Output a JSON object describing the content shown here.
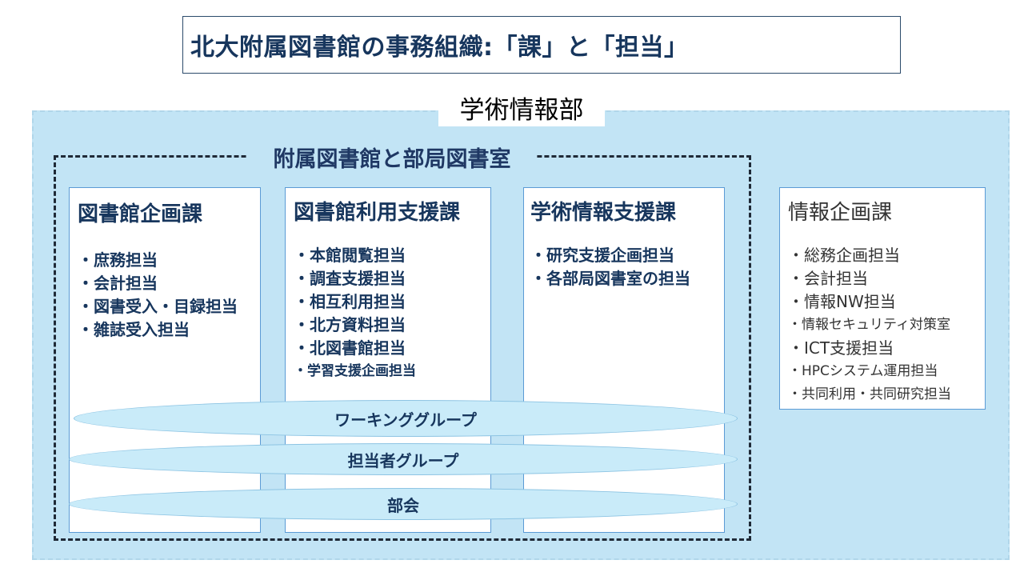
{
  "title": "北大附属図書館の事務組織:「課」と「担当」",
  "department": "学術情報部",
  "library_group_label": "附属図書館と部局図書室",
  "sections": [
    {
      "title": "図書館企画課",
      "items": [
        "・庶務担当",
        "・会計担当",
        "・図書受入・目録担当",
        "・雑誌受入担当"
      ]
    },
    {
      "title": "図書館利用支援課",
      "items": [
        "・本館閲覧担当",
        "・調査支援担当",
        "・相互利用担当",
        "・北方資料担当",
        "・北図書館担当",
        "・学習支援企画担当"
      ]
    },
    {
      "title": "学術情報支援課",
      "items": [
        "・研究支援企画担当",
        "・各部局図書室の担当"
      ]
    },
    {
      "title": "情報企画課",
      "items": [
        "・総務企画担当",
        "・会計担当",
        "・情報NW担当",
        "・情報セキュリティ対策室",
        "・ICT支援担当",
        "・HPCシステム運用担当",
        "・共同利用・共同研究担当"
      ]
    }
  ],
  "groups": [
    "ワーキンググループ",
    "担当者グループ",
    "部会"
  ]
}
